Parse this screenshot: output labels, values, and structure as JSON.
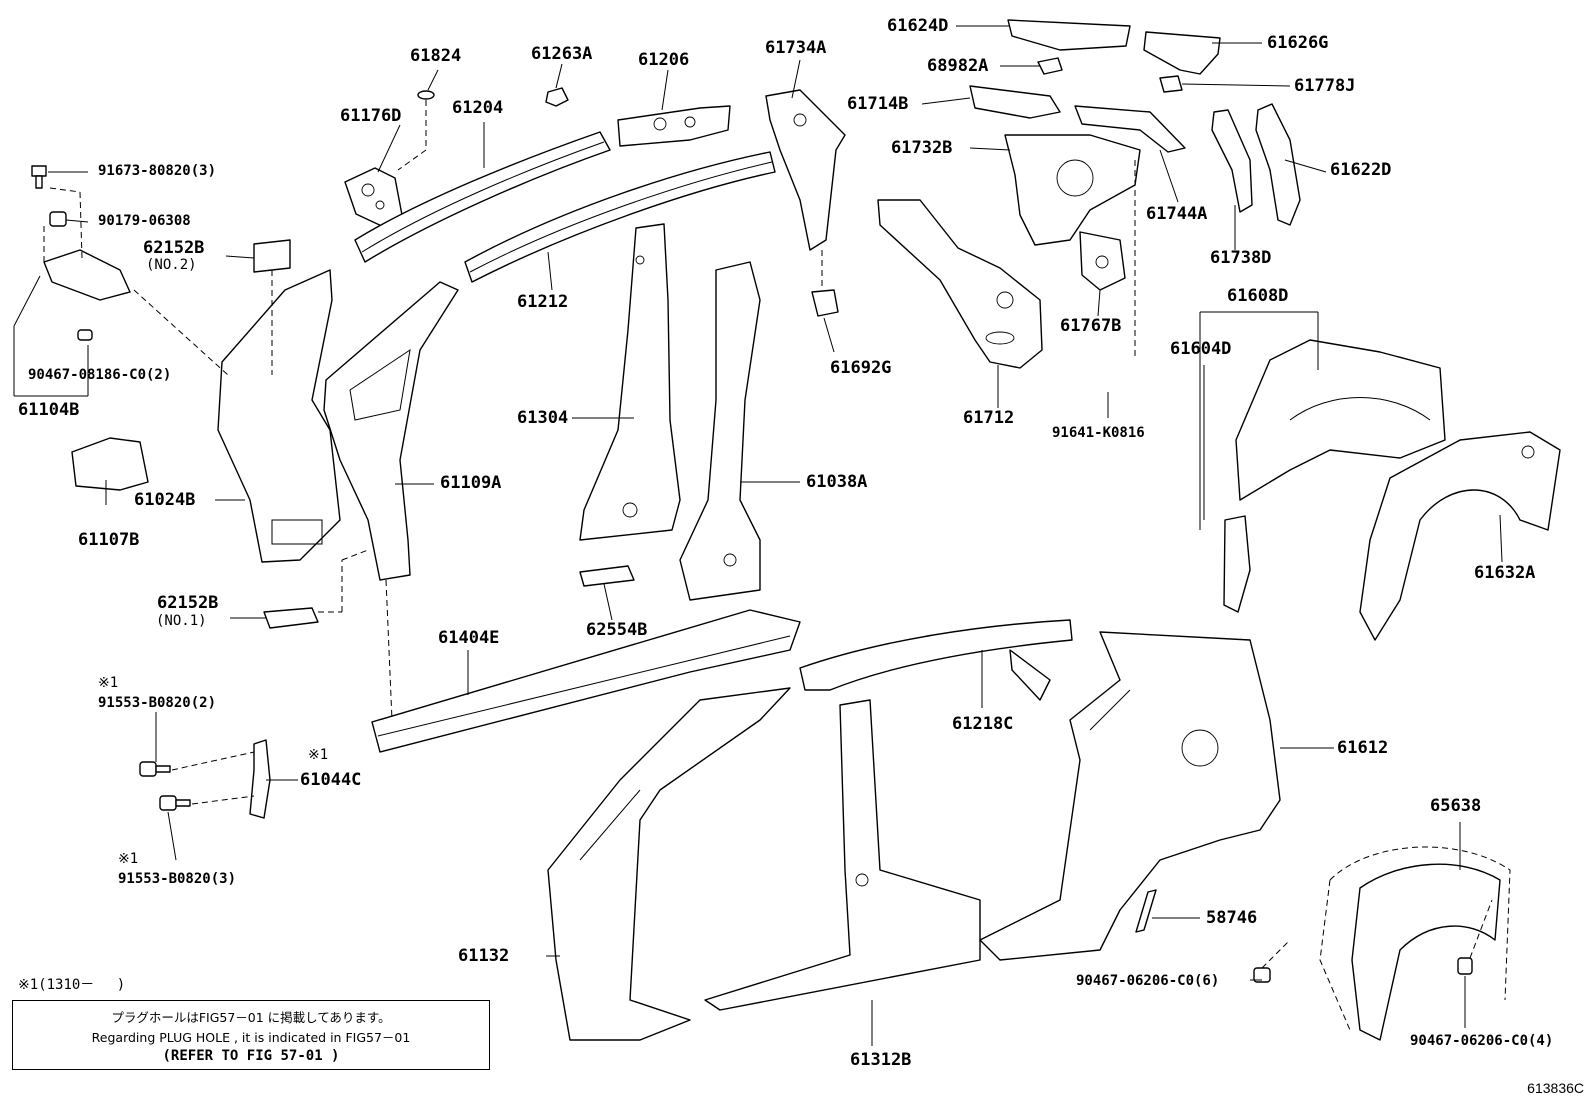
{
  "labels": {
    "p61824": "61824",
    "p61263A": "61263A",
    "p61206": "61206",
    "p61734A": "61734A",
    "p61624D": "61624D",
    "p61626G": "61626G",
    "p68982A": "68982A",
    "p61778J": "61778J",
    "p61714B": "61714B",
    "p61176D": "61176D",
    "p61204": "61204",
    "p91673": "91673-80820(3)",
    "p90179": "90179-06308",
    "p61732B": "61732B",
    "p61744A": "61744A",
    "p61622D": "61622D",
    "p62152B_top": "62152B",
    "no2": "(NO.2)",
    "p61212": "61212",
    "p61738D": "61738D",
    "p61608D": "61608D",
    "p61767B": "61767B",
    "p61604D": "61604D",
    "p90467_08186": "90467-08186-C0(2)",
    "p61692G": "61692G",
    "p61104B": "61104B",
    "p61304": "61304",
    "p61712": "61712",
    "p91641": "91641-K0816",
    "p61109A": "61109A",
    "p61038A": "61038A",
    "p61024B": "61024B",
    "p61107B": "61107B",
    "p61632A": "61632A",
    "p62152B_bot": "62152B",
    "no1": "(NO.1)",
    "p62554B": "62554B",
    "p61404E": "61404E",
    "mark1a": "※1",
    "p91553_2": "91553-B0820(2)",
    "p61218C": "61218C",
    "mark1b": "※1",
    "p61044C": "61044C",
    "p61612": "61612",
    "p65638": "65638",
    "mark1c": "※1",
    "p91553_3": "91553-B0820(3)",
    "p58746": "58746",
    "p61132": "61132",
    "p90467_6": "90467-06206-C0(6)",
    "footnote": "※1(1310－　 )",
    "p61312B": "61312B",
    "p90467_4": "90467-06206-C0(4)"
  },
  "note": {
    "line1": "プラグホールはFIG57－01 に掲載してあります。",
    "line2": "Regarding PLUG HOLE , it is indicated in FIG57－01",
    "line3": "(REFER TO FIG 57-01 )"
  },
  "figure_number": "613836C"
}
